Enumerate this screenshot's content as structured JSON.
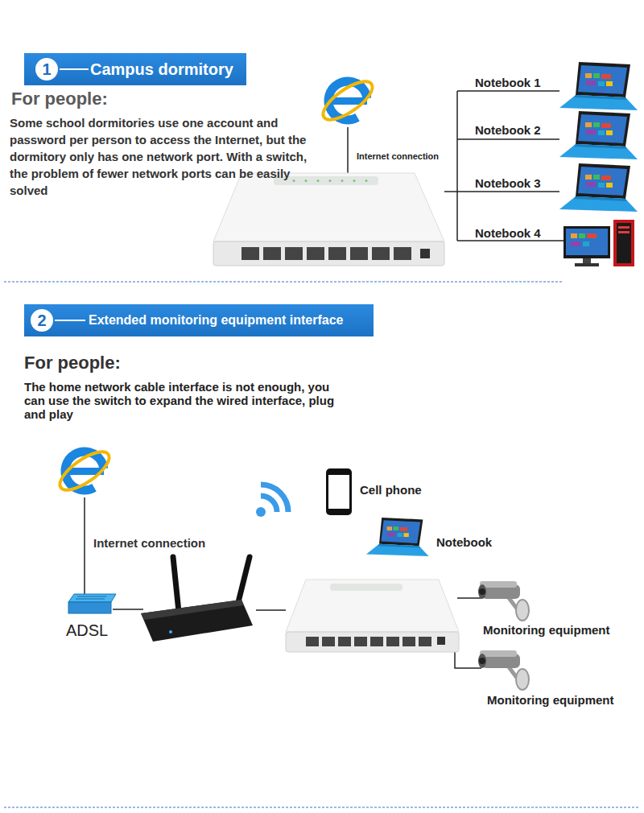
{
  "diagram": {
    "nodes": [
      {
        "text": [
          "Campus dormitory"
        ]
      },
      {
        "text": [
          "1"
        ],
        "in": 0
      },
      {
        "text": [
          "Extended monitoring equipment interface"
        ]
      },
      {
        "text": [
          "2"
        ],
        "in": 2
      }
    ],
    "labels": [
      "For people:",
      "Some school dormitories use one account and password per person to access the Internet, but the dormitory only has one network port. With a switch, the problem of fewer network ports can be easily solved",
      "Internet connection",
      "Notebook 1",
      "Notebook 2",
      "Notebook 3",
      "Notebook 4",
      "For people:",
      "The home network cable interface is not enough, you can use the switch to expand the wired interface, plug and play",
      "Cell phone",
      "Notebook",
      "Internet connection",
      "ADSL",
      "Monitoring equipment",
      "Monitoring equipment"
    ]
  }
}
